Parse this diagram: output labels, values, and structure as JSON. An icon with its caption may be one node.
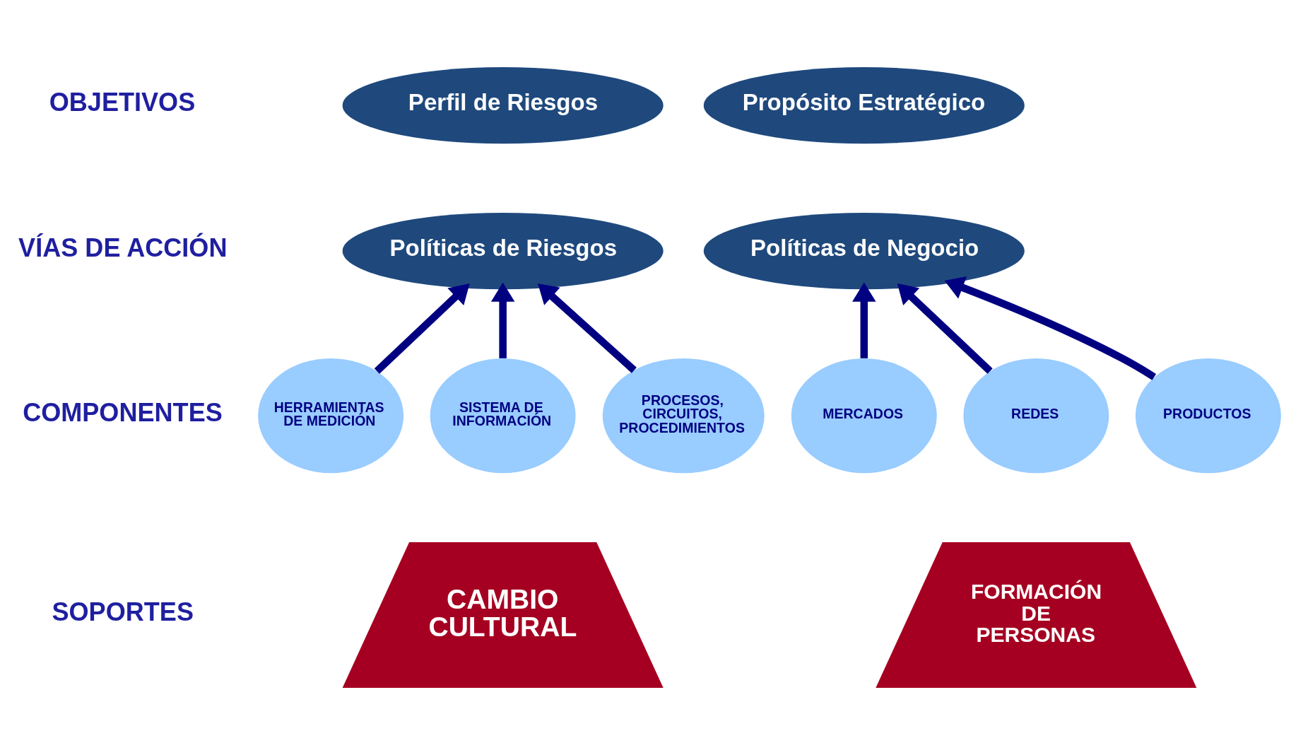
{
  "diagram": {
    "nodes": [
      {
        "text": [
          "Perfil de Riesgos"
        ]
      },
      {
        "text": [
          "Propósito Estratégico"
        ]
      },
      {
        "text": [
          "Políticas de Riesgos"
        ]
      },
      {
        "text": [
          "Políticas de Negocio"
        ]
      },
      {
        "text": [
          "HERRAMIENTAS DE MEDICIÓN"
        ]
      },
      {
        "text": [
          "SISTEMA DE INFORMACIÓN"
        ]
      },
      {
        "text": [
          "PROCESOS, CIRCUITOS, PROCEDIMIENTOS"
        ]
      },
      {
        "text": [
          "MERCADOS"
        ]
      },
      {
        "text": [
          "REDES"
        ]
      },
      {
        "text": [
          "PRODUCTOS"
        ]
      },
      {
        "text": [
          "CAMBIO CULTURAL"
        ]
      },
      {
        "text": [
          "FORMACIÓN DE PERSONAS"
        ]
      }
    ],
    "edges": [
      {
        "from": 4,
        "to": 2,
        "arrow": "to"
      },
      {
        "from": 5,
        "to": 2,
        "arrow": "to"
      },
      {
        "from": 6,
        "to": 2,
        "arrow": "to"
      },
      {
        "from": 7,
        "to": 3,
        "arrow": "to"
      },
      {
        "from": 8,
        "to": 3,
        "arrow": "to"
      },
      {
        "from": 9,
        "to": 3,
        "arrow": "to"
      }
    ],
    "labels": [
      "OBJETIVOS",
      "VÍAS DE ACCIÓN",
      "COMPONENTES",
      "SOPORTES"
    ]
  }
}
